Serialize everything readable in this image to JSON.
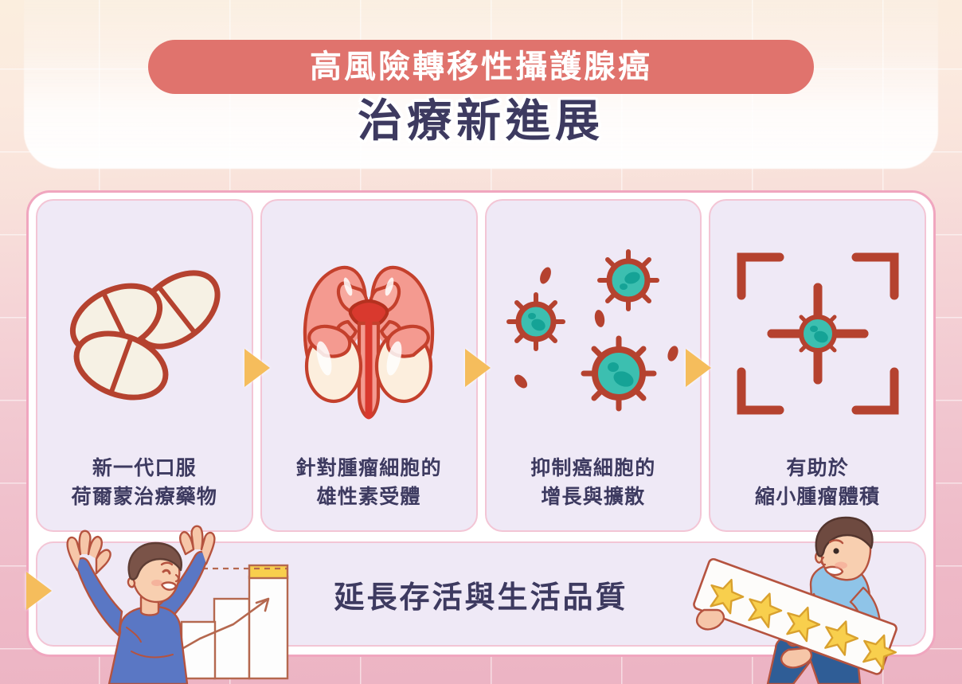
{
  "header": {
    "title_banner": "高風險轉移性攝護腺癌",
    "subtitle": "治療新進展",
    "banner_color": "#e0736d",
    "subtitle_color": "#3d3a60"
  },
  "flow": {
    "cards": [
      {
        "id": "oral-hormone-therapy",
        "icon": "pills-icon",
        "label": "新一代口服\n荷爾蒙治療藥物"
      },
      {
        "id": "androgen-receptor",
        "icon": "male-reproductive-anatomy-icon",
        "label": "針對腫瘤細胞的\n雄性素受體"
      },
      {
        "id": "inhibit-growth-spread",
        "icon": "cancer-cells-icon",
        "label": "抑制癌細胞的\n增長與擴散"
      },
      {
        "id": "shrink-tumor",
        "icon": "target-crosshair-icon",
        "label": "有助於\n縮小腫瘤體積"
      }
    ],
    "connector_icon": "play-arrow-icon",
    "connector_color": "#f5bd5c"
  },
  "outcome": {
    "label": "延長存活與生活品質",
    "left_illustration": "celebrating-man-with-growth-chart",
    "right_illustration": "man-holding-five-star-banner",
    "star_count": 5,
    "star_color": "#f8cf4d"
  },
  "theme": {
    "card_fill": "#efe9f6",
    "card_border": "#f3c5d5",
    "panel_border": "#f0a6bf",
    "cell_teal": "#3cbfb0",
    "outline_red": "#b5422f",
    "pill_cream": "#f7efe0",
    "shirt_blue": "#5a77c4",
    "shirt_lightblue": "#8fc4e8"
  }
}
